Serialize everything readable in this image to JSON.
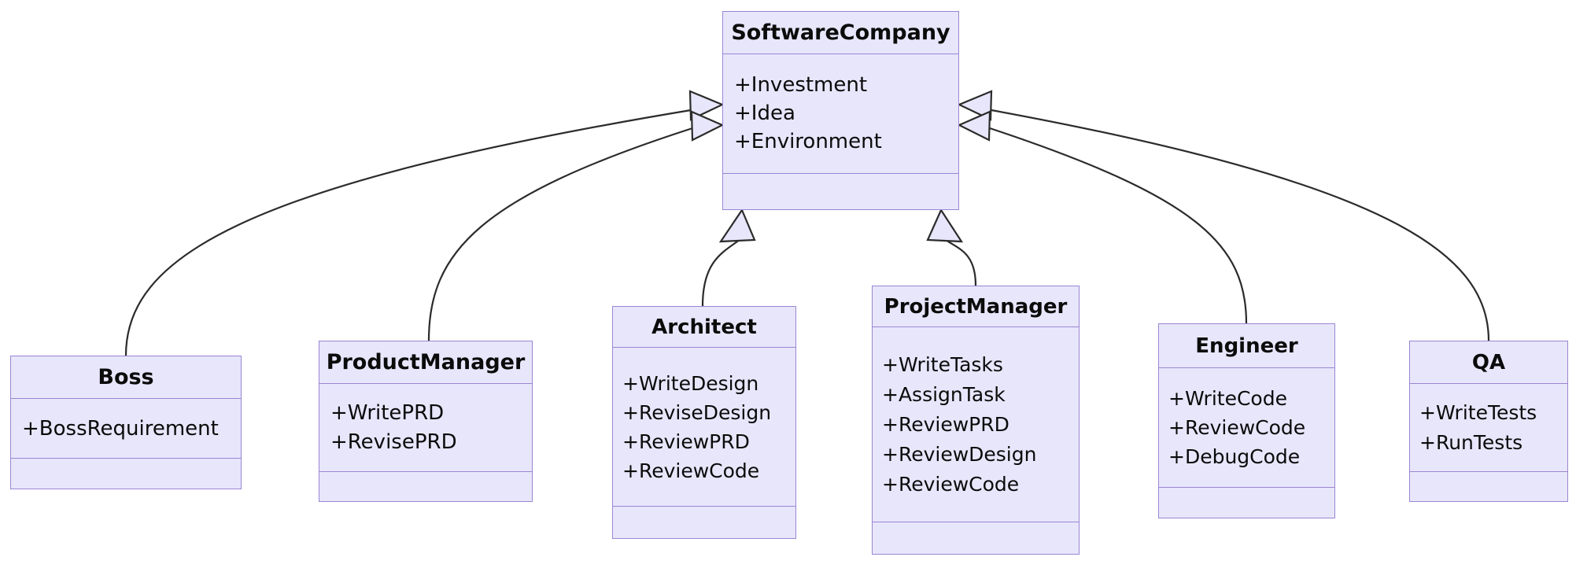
{
  "diagram": {
    "type": "uml-class-diagram",
    "relationship": "generalization",
    "colors": {
      "box_fill": "#e8e6fb",
      "box_border": "#9a86d4",
      "edge_stroke": "#2b2b2b",
      "text": "#0b0b0b",
      "background": "#ffffff"
    },
    "classes": [
      {
        "id": "SoftwareCompany",
        "name": "SoftwareCompany",
        "attributes": [
          "+Investment",
          "+Idea",
          "+Environment"
        ],
        "methods": []
      },
      {
        "id": "Boss",
        "name": "Boss",
        "attributes": [
          "+BossRequirement"
        ],
        "methods": []
      },
      {
        "id": "ProductManager",
        "name": "ProductManager",
        "attributes": [
          "+WritePRD",
          "+RevisePRD"
        ],
        "methods": []
      },
      {
        "id": "Architect",
        "name": "Architect",
        "attributes": [
          "+WriteDesign",
          "+ReviseDesign",
          "+ReviewPRD",
          "+ReviewCode"
        ],
        "methods": []
      },
      {
        "id": "ProjectManager",
        "name": "ProjectManager",
        "attributes": [
          "+WriteTasks",
          "+AssignTask",
          "+ReviewPRD",
          "+ReviewDesign",
          "+ReviewCode"
        ],
        "methods": []
      },
      {
        "id": "Engineer",
        "name": "Engineer",
        "attributes": [
          "+WriteCode",
          "+ReviewCode",
          "+DebugCode"
        ],
        "methods": []
      },
      {
        "id": "QA",
        "name": "QA",
        "attributes": [
          "+WriteTests",
          "+RunTests"
        ],
        "methods": []
      }
    ],
    "edges": [
      {
        "from": "Boss",
        "to": "SoftwareCompany",
        "kind": "generalization"
      },
      {
        "from": "ProductManager",
        "to": "SoftwareCompany",
        "kind": "generalization"
      },
      {
        "from": "Architect",
        "to": "SoftwareCompany",
        "kind": "generalization"
      },
      {
        "from": "ProjectManager",
        "to": "SoftwareCompany",
        "kind": "generalization"
      },
      {
        "from": "Engineer",
        "to": "SoftwareCompany",
        "kind": "generalization"
      },
      {
        "from": "QA",
        "to": "SoftwareCompany",
        "kind": "generalization"
      }
    ]
  }
}
